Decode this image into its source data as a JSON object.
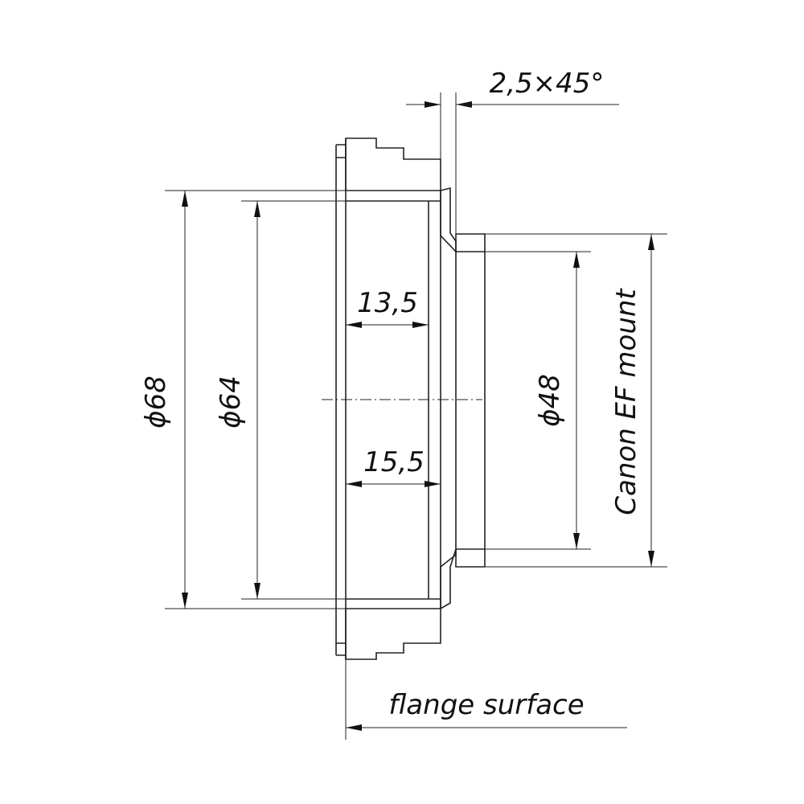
{
  "title": "Canon EF mount adapter drawing",
  "dimensions": {
    "d68": "ϕ68",
    "d64": "ϕ64",
    "d48": "ϕ48",
    "len_13_5": "13,5",
    "len_15_5": "15,5",
    "chamfer": "2,5×45°",
    "mount": "Canon EF mount"
  },
  "labels": {
    "flange": "flange surface"
  },
  "colors": {
    "line": "#222222",
    "background": "#ffffff"
  }
}
